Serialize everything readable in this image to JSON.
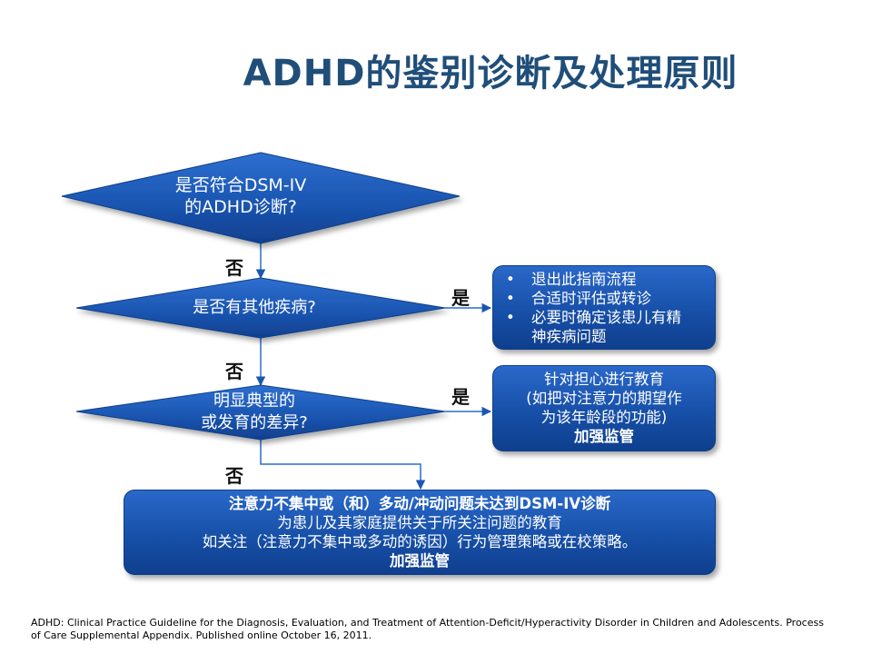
{
  "title": "ADHD的鉴别诊断及处理原则",
  "diamond1": {
    "line1": "是否符合DSM-IV",
    "line2": "的ADHD诊断?"
  },
  "diamond2": {
    "text": "是否有其他疾病?"
  },
  "diamond3": {
    "line1": "明显典型的",
    "line2": "或发育的差异?"
  },
  "labels": {
    "no1": "否",
    "no2": "否",
    "no3": "否",
    "yes1": "是",
    "yes2": "是"
  },
  "box1": {
    "items": [
      "退出此指南流程",
      "合适时评估或转诊",
      "必要时确定该患儿有精",
      "神疾病问题"
    ]
  },
  "box2": {
    "line1": "针对担心进行教育",
    "line2": "(如把对注意力的期望作",
    "line3": "为该年龄段的功能)",
    "line4": "加强监管"
  },
  "box3": {
    "line1": "注意力不集中或（和）多动/冲动问题未达到DSM-IV诊断",
    "line2": "为患儿及其家庭提供关于所关注问题的教育",
    "line3": "如关注（注意力不集中或多动的诱因）行为管理策略或在校策略。",
    "line4": "加强监管"
  },
  "footnote": "ADHD: Clinical Practice Guideline for the Diagnosis, Evaluation, and Treatment of Attention-Deficit/Hyperactivity Disorder in Children and Adolescents. Process of Care Supplemental Appendix. Published online October 16, 2011.",
  "colors": {
    "title": "#1F4E79",
    "shape_fill": "#1F5AB5",
    "shape_dark": "#0d3f8a"
  }
}
